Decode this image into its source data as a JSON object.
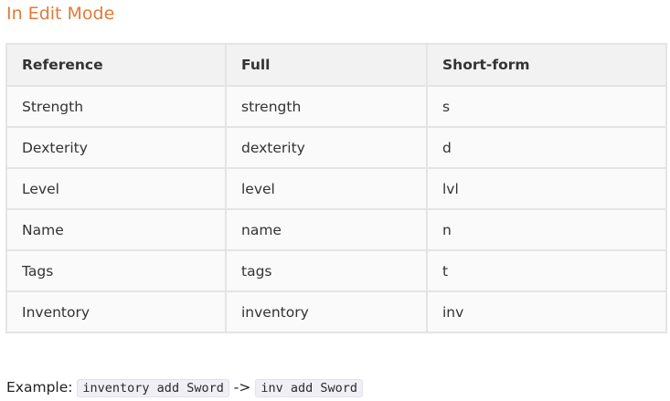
{
  "heading": "In Edit Mode",
  "table": {
    "headers": [
      "Reference",
      "Full",
      "Short-form"
    ],
    "rows": [
      [
        "Strength",
        "strength",
        "s"
      ],
      [
        "Dexterity",
        "dexterity",
        "d"
      ],
      [
        "Level",
        "level",
        "lvl"
      ],
      [
        "Name",
        "name",
        "n"
      ],
      [
        "Tags",
        "tags",
        "t"
      ],
      [
        "Inventory",
        "inventory",
        "inv"
      ]
    ]
  },
  "example": {
    "label": "Example:",
    "full_command": "inventory add Sword",
    "arrow": "->",
    "short_command": "inv add Sword"
  }
}
